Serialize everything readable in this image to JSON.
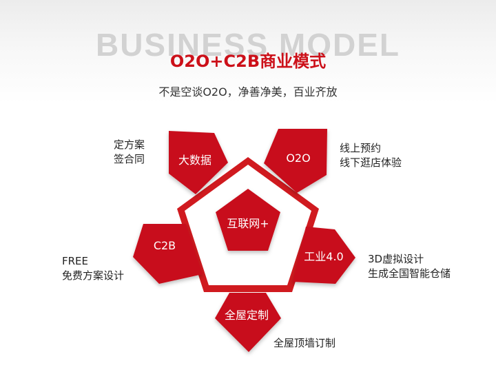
{
  "header": {
    "watermark": "BUSINESS MODEL",
    "title": "O2O+C2B商业模式",
    "subtitle": "不是空谈O2O，净善净美，百业齐放"
  },
  "colors": {
    "primary": "#c8101a",
    "ring": "#d01a1f",
    "text": "#222222"
  },
  "center": {
    "label": "互联网+"
  },
  "nodes": [
    {
      "id": "big-data",
      "label": "大数据",
      "notes": [
        "定方案",
        "签合同"
      ]
    },
    {
      "id": "o2o",
      "label": "O2O",
      "notes": [
        "线上预约",
        "线下逛店体验"
      ]
    },
    {
      "id": "industry-4",
      "label": "工业4.0",
      "notes": [
        "3D虚拟设计",
        "生成全国智能仓储"
      ]
    },
    {
      "id": "whole-house",
      "label": "全屋定制",
      "notes": [
        "全屋顶墙订制"
      ]
    },
    {
      "id": "c2b",
      "label": "C2B",
      "notes": [
        "FREE",
        "免费方案设计"
      ]
    }
  ]
}
